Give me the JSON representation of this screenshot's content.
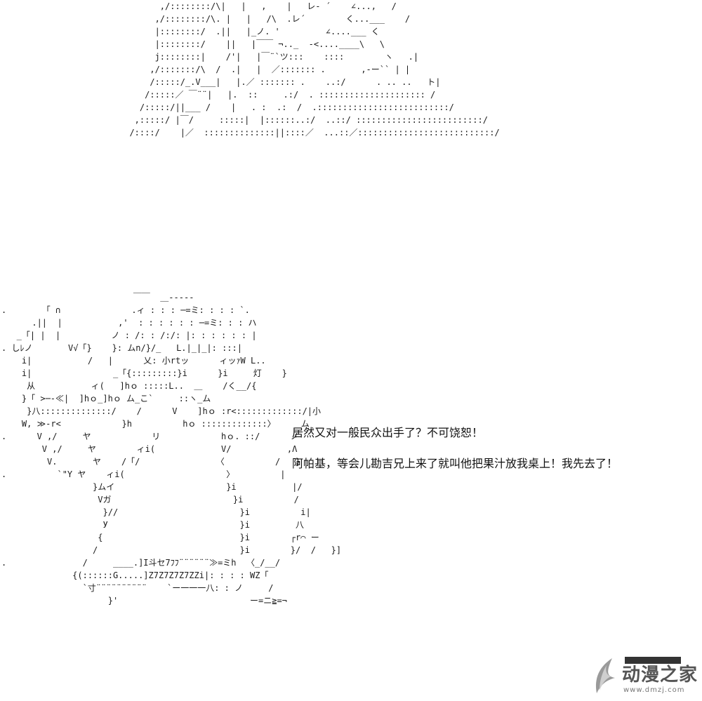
{
  "ascii_art": {
    "top": "        ,/::::::::/\\|   |   ,    |   レ‐ ´    ∠...,   /\n       ,/::::::::/\\. |   |   /\\  .レ´        く...___    /\n       |::::::::/  .||   |_ノ. '         ∠....___ く\n       |::::::::/    ||   |￣￣ ¬.._  -<....____\\   \\\n       j::::::::|    /'|   |￣¨`ツ:::    ::::        ヽ   .|\n      ,/:::::::/\\  /  .|   |  ／::::::: .       ,‐ー`` | |\n      /:::::/_.V___|   |.／ ::::::: .    ..:/      . .. ..   ト|\n     /:::::／ ￣¨¨|   |.  ::     .:/  . ::::::::::::::::::::: /\n    /:::::/||___ /    |   . :  .:  /  .::::::::::::::::::::::::::/\n   ,:::::/ |￣/     :::::|  |::::::..:/  ..::/ :::::::::::::::::::::::::/\n  /::::/    |／  ::::::::::::::||::::／  ...::／:::::::::::::::::::::::::::/",
    "bottom": "                          ￣￣  ＿-----\n.       「 ∩              .ィ : : : ─=ミ: : : : `.\n      .||  |           ,'  : : : : : : ─=ミ: : : ハ\n   _「| |  |          ノ : /: : /:/: |: : : : : : |\n. しﾚノ       V√「}    }: ムn/}/_   L.|_|_|: :::|\n    i|           /   |      乂: 小rtッ      ィッｧW L..\n    i|                _「{:::::::::}i      }i     灯    }\n     从           ィ(   ]hｏ :::::L..  ＿    /く__/{\n    }「 >─-≪|  ]hｏ_]hｏ ム_こ`     ::ヽ_ム\n     }八::::::::::::::/    /      V    ]hｏ :r<:::::::::::::/|小\n    W, ≫-r<            }h          hｏ :::::::::::::〉     ム\n.      V ,/     ヤ            リ            hｏ. ::/      ノ\n        V ,/     ヤ        ィi(             V/           ,Λ\n         V.       ヤ    /「/               〈          /   }\n.          `\"Y ヤ    ィi(                    〉         |\n                  }ムイ                      }i           |/\n                   Vガ                        }i          /\n                    }//                        }i          i|\n                    У                          }i         八\n                   {                           }i        ┌r⌒ ー\n                  /                            }i        }/  /   }]\n.               /     ____.]I斗セ7ﾌﾌ¨¨¨¨¨¨≫=ミh  〈_/__/\n              {(::::::G.....]Z7Z7Z7Z7ZZi|: : : : WZ「\n                `寸¨¨¨¨¨¨¨¨¨¨    `ー一一一八: : ノ     /\n                     }'                          ー=ニ≧=¬"
  },
  "dialogue": {
    "line1": "居然又对一般民众出手了？不可饶恕！",
    "line2": "阿帕基，等会儿勘吉兄上来了就叫他把果汁放我桌上！我先去了！"
  },
  "watermark": {
    "title": "动漫之家",
    "url": "www.dmzj.com",
    "colors": {
      "mark": "#9a9a9a",
      "text": "#555555"
    }
  }
}
